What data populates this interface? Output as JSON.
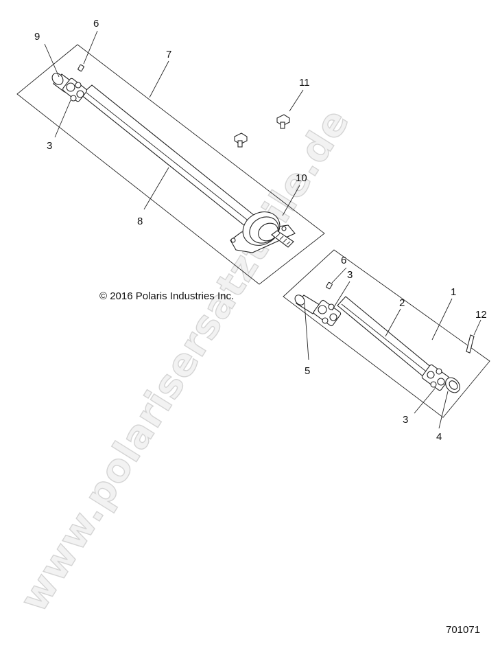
{
  "watermark": "www.polarisersatzteile.de",
  "copyright": "© 2016 Polaris Industries Inc.",
  "drawing_number": "701071",
  "callouts": {
    "c9": "9",
    "c6a": "6",
    "c7": "7",
    "c11": "11",
    "c3a": "3",
    "c10": "10",
    "c8": "8",
    "c6b": "6",
    "c3b": "3",
    "c2": "2",
    "c1": "1",
    "c12": "12",
    "c5": "5",
    "c3c": "3",
    "c4": "4"
  }
}
